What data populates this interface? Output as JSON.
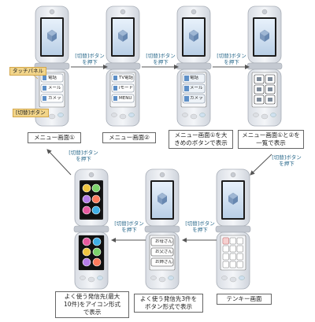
{
  "switch_label": "[切替]ボタン\nを押下",
  "callouts": {
    "touch_panel": "タッチパネル",
    "switch_button": "[切替]ボタン"
  },
  "captions": [
    "メニュー画面①",
    "メニュー画面②",
    "メニュー画面①を大\nきめのボタンで表示",
    "メニュー画面①と②を\n一覧で表示",
    "テンキー画面",
    "よく使う発信先3件を\nボタン形式で表示",
    "よく使う発信先(最大\n10件)をアイコン形式\nで表示"
  ],
  "menu1": [
    "電話",
    "メール",
    "カメラ"
  ],
  "menu2": [
    "TV電話",
    "iモード",
    "MENU"
  ],
  "menu3": [
    "電話",
    "メール",
    "カメラ"
  ],
  "contacts": [
    "お母さん",
    "お父さん",
    "お姉さん"
  ],
  "colors": {
    "accent": "#f2d58a",
    "arrow": "#2b6a8c"
  }
}
